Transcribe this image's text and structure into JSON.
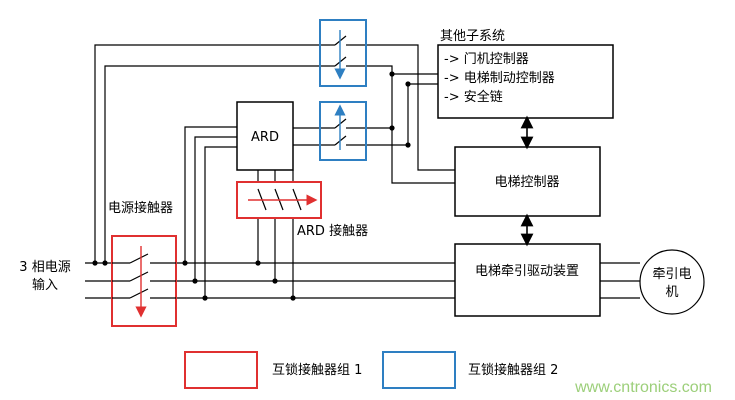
{
  "colors": {
    "line": "#000000",
    "interlock_group_1": "#e03030",
    "interlock_group_2": "#2e7fc2",
    "watermark": "#9ccf7a"
  },
  "blocks": {
    "other_systems_title": "其他子系统",
    "other_systems_items": [
      "-> 门机控制器",
      "-> 电梯制动控制器",
      "-> 安全链"
    ],
    "ard": "ARD",
    "elevator_controller": "电梯控制器",
    "traction_drive": "电梯牵引驱动装置",
    "traction_motor_line1": "牵引电",
    "traction_motor_line2": "机"
  },
  "labels": {
    "power_contactor": "电源接触器",
    "ard_contactor": "ARD 接触器",
    "input_line1": "3 相电源",
    "input_line2": "输入"
  },
  "legend": {
    "group1": "互锁接触器组 1",
    "group2": "互锁接触器组 2"
  },
  "watermark": "www.cntronics.com"
}
